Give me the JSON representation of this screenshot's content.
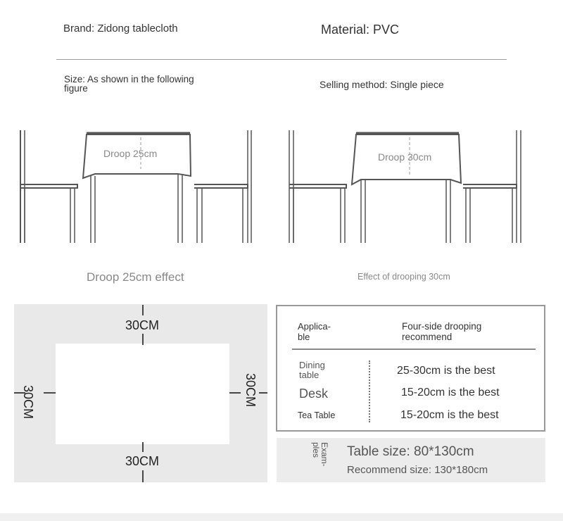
{
  "header": {
    "brand": "Brand: Zidong tablecloth",
    "material": "Material: PVC",
    "size": "Size: As shown in the following figure",
    "selling_method": "Selling method: Single piece"
  },
  "illustrations": {
    "left": {
      "label": "Droop 25cm",
      "caption": "Droop 25cm effect"
    },
    "right": {
      "label": "Droop 30cm",
      "caption": "Effect of drooping 30cm"
    }
  },
  "dimension_diagram": {
    "top": "30CM",
    "bottom": "30CM",
    "left": "30CM",
    "right": "30CM"
  },
  "recommend_table": {
    "header_applicable": "Applica-ble",
    "header_recommend": "Four-side drooping recommend",
    "rows": [
      {
        "item": "Dining table",
        "value": "25-30cm is the best"
      },
      {
        "item": "Desk",
        "value": "15-20cm is the best"
      },
      {
        "item": "Tea Table",
        "value": "15-20cm is the best"
      }
    ]
  },
  "examples": {
    "label": "Exam-ples",
    "table_size": "Table size: 80*130cm",
    "recommend_size": "Recommend size: 130*180cm"
  }
}
